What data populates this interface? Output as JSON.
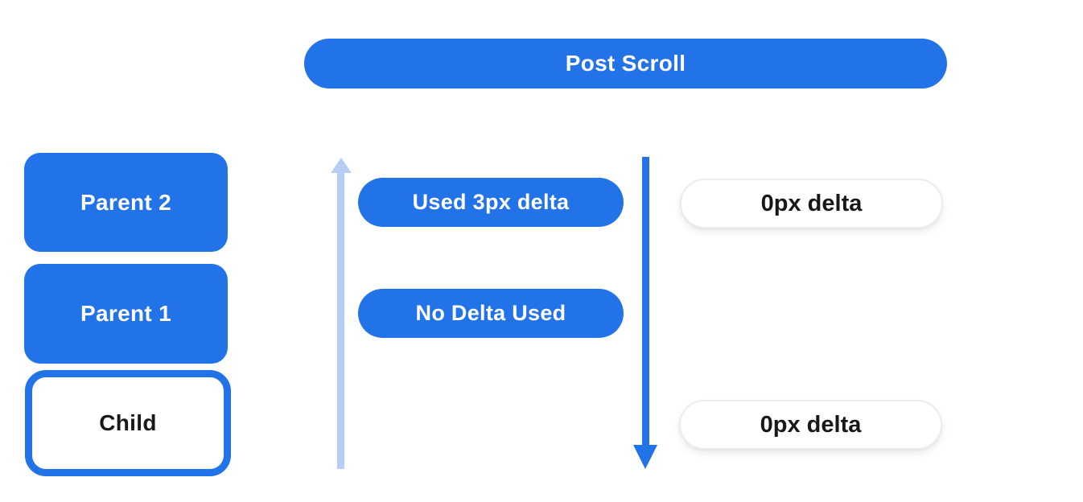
{
  "diagram": {
    "banner": {
      "label": "Post Scroll"
    },
    "scrollable_stack": [
      {
        "label": "Parent 2",
        "variant": "filled"
      },
      {
        "label": "Parent 1",
        "variant": "filled"
      },
      {
        "label": "Child",
        "variant": "outlined"
      }
    ],
    "upward_annotations": [
      {
        "label": "Used 3px delta"
      },
      {
        "label": "No Delta Used"
      }
    ],
    "downward_annotations": [
      {
        "label": "0px delta"
      },
      {
        "label": "0px delta"
      }
    ],
    "icons": {
      "up_arrow": "light-blue-up-arrow",
      "down_arrow": "blue-down-arrow"
    },
    "colors": {
      "primary_blue": "#2272E8",
      "light_blue": "#B7CDF4",
      "pill_background": "#FFFFFF",
      "pill_border": "#ECECEC",
      "text_on_blue": "#FFFFFF",
      "text_dark": "#17181A",
      "background": "#FFFFFF"
    }
  }
}
